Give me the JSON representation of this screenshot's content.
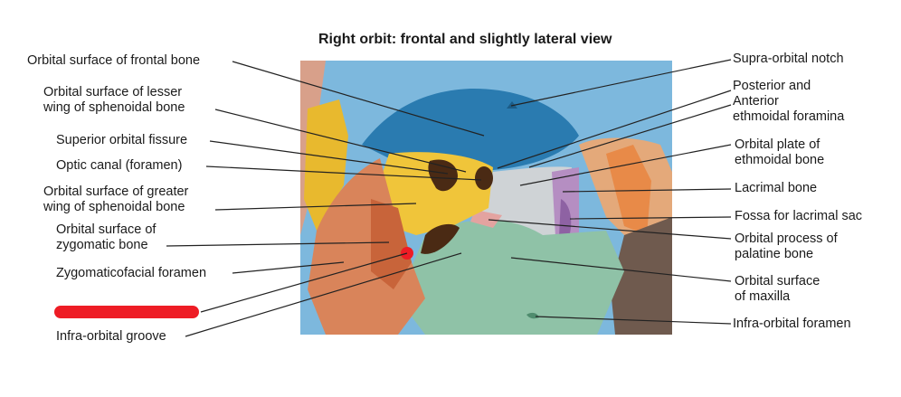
{
  "title": "Right orbit: frontal and slightly lateral view",
  "left_labels": [
    {
      "id": "orbital-surface-frontal",
      "lines": [
        "Orbital surface of frontal bone"
      ]
    },
    {
      "id": "orbital-surface-lesser-wing",
      "lines": [
        "Orbital surface of lesser",
        "wing of sphenoidal bone"
      ]
    },
    {
      "id": "superior-orbital-fissure",
      "lines": [
        "Superior orbital fissure"
      ]
    },
    {
      "id": "optic-canal",
      "lines": [
        "Optic canal (foramen)"
      ]
    },
    {
      "id": "orbital-surface-greater-wing",
      "lines": [
        "Orbital surface of greater",
        "wing of sphenoidal bone"
      ]
    },
    {
      "id": "orbital-surface-zygomatic",
      "lines": [
        "Orbital surface of",
        "zygomatic bone"
      ]
    },
    {
      "id": "zygomaticofacial-foramen",
      "lines": [
        "Zygomaticofacial foramen"
      ]
    },
    {
      "id": "infra-orbital-groove",
      "lines": [
        "Infra-orbital groove"
      ]
    }
  ],
  "right_labels": [
    {
      "id": "supra-orbital-notch",
      "lines": [
        "Supra-orbital notch"
      ]
    },
    {
      "id": "ethmoidal-foramina",
      "lines": [
        "Posterior and",
        "Anterior",
        "ethmoidal foramina"
      ]
    },
    {
      "id": "orbital-plate-ethmoid",
      "lines": [
        "Orbital plate of",
        "ethmoidal bone"
      ]
    },
    {
      "id": "lacrimal-bone",
      "lines": [
        "Lacrimal bone"
      ]
    },
    {
      "id": "fossa-lacrimal-sac",
      "lines": [
        "Fossa for lacrimal sac"
      ]
    },
    {
      "id": "orbital-process-palatine",
      "lines": [
        "Orbital process of",
        "palatine bone"
      ]
    },
    {
      "id": "orbital-surface-maxilla",
      "lines": [
        "Orbital surface",
        "of maxilla"
      ]
    },
    {
      "id": "infra-orbital-foramen",
      "lines": [
        "Infra-orbital foramen"
      ]
    }
  ],
  "colors": {
    "frontal_bone": "#2a7bb0",
    "background_blue": "#7db8dd",
    "sphenoid_yellow": "#e8b92e",
    "zygomatic_orange": "#d9845a",
    "ethmoid_gray": "#cfd3d6",
    "lacrimal_purple": "#b58ec2",
    "maxilla_green": "#8fc2a7",
    "palatine_pink": "#e3a3a0",
    "dark_brown": "#4a2a14",
    "highlight_dot": "#ee1c25",
    "redaction_bar": "#ee1c25"
  }
}
